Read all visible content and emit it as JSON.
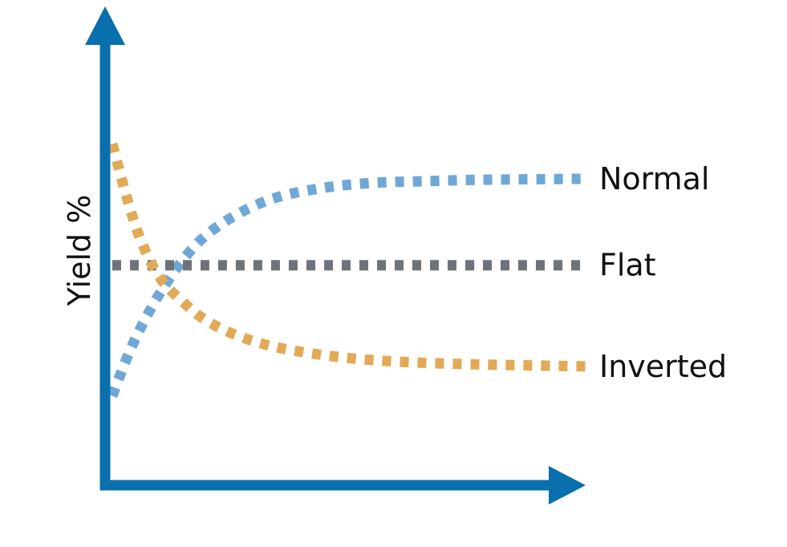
{
  "chart_data": {
    "type": "line",
    "title": "",
    "xlabel": "",
    "ylabel": "Yield %",
    "xlim": [
      0,
      100
    ],
    "ylim": [
      0,
      100
    ],
    "grid": false,
    "legend": "inline-right",
    "x": [
      0,
      3,
      6,
      10,
      15,
      20,
      27,
      35,
      45,
      55,
      65,
      75,
      85,
      100
    ],
    "series": [
      {
        "name": "Normal",
        "color": "#6fa8d6",
        "values": [
          14,
          26,
          36,
          47,
          58,
          66,
          73,
          78,
          81,
          82.5,
          83,
          83.4,
          83.6,
          83.8
        ]
      },
      {
        "name": "Flat",
        "color": "#6e7379",
        "values": [
          56,
          56,
          56,
          56,
          56,
          56,
          56,
          56,
          56,
          56,
          56,
          56,
          56,
          56
        ]
      },
      {
        "name": "Inverted",
        "color": "#e2a956",
        "values": [
          95,
          78,
          64,
          52,
          44,
          38,
          33,
          29.5,
          27,
          25.5,
          24.7,
          24.2,
          23.9,
          23.5
        ]
      }
    ]
  },
  "colors": {
    "axis": "#0a6fad",
    "label_text": "#111111"
  }
}
